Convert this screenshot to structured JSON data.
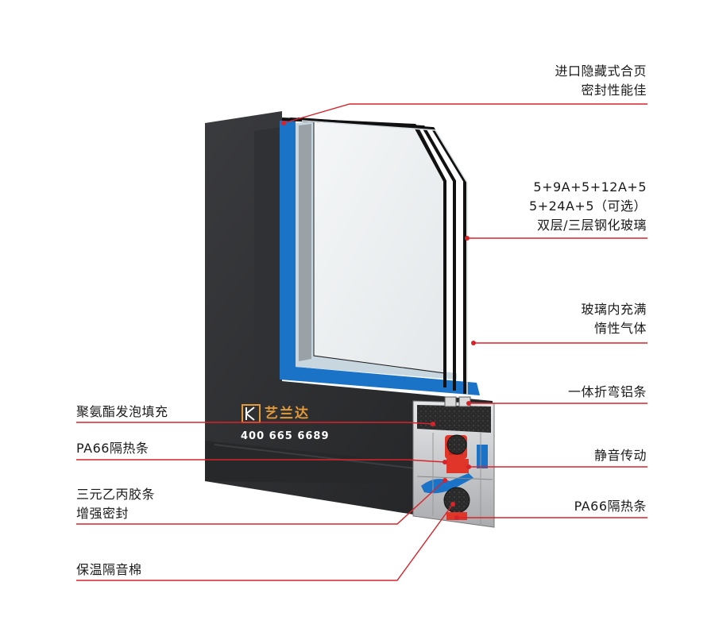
{
  "brand": {
    "name": "艺兰达",
    "phone": "400 665 6689",
    "accent_color": "#d8232a"
  },
  "colors": {
    "frame": "#2b2c2e",
    "gasket_blue": "#1b73c8",
    "callout_line": "#d8232a",
    "thermal_break": "#e0362a",
    "profile_metal": "#c9cacc"
  },
  "callouts_right": [
    {
      "lines": [
        "进口隐藏式合页",
        "密封性能佳"
      ]
    },
    {
      "lines": [
        "5+9A+5+12A+5",
        "5+24A+5（可选）",
        "双层/三层钢化玻璃"
      ]
    },
    {
      "lines": [
        "玻璃内充满",
        "惰性气体"
      ]
    },
    {
      "lines": [
        "一体折弯铝条"
      ]
    },
    {
      "lines": [
        "静音传动"
      ]
    },
    {
      "lines": [
        "PA66隔热条"
      ]
    }
  ],
  "callouts_left": [
    {
      "lines": [
        "聚氨酯发泡填充"
      ]
    },
    {
      "lines": [
        "PA66隔热条"
      ]
    },
    {
      "lines": [
        "三元乙丙胶条",
        "增强密封"
      ]
    },
    {
      "lines": [
        "保温隔音棉"
      ]
    }
  ]
}
